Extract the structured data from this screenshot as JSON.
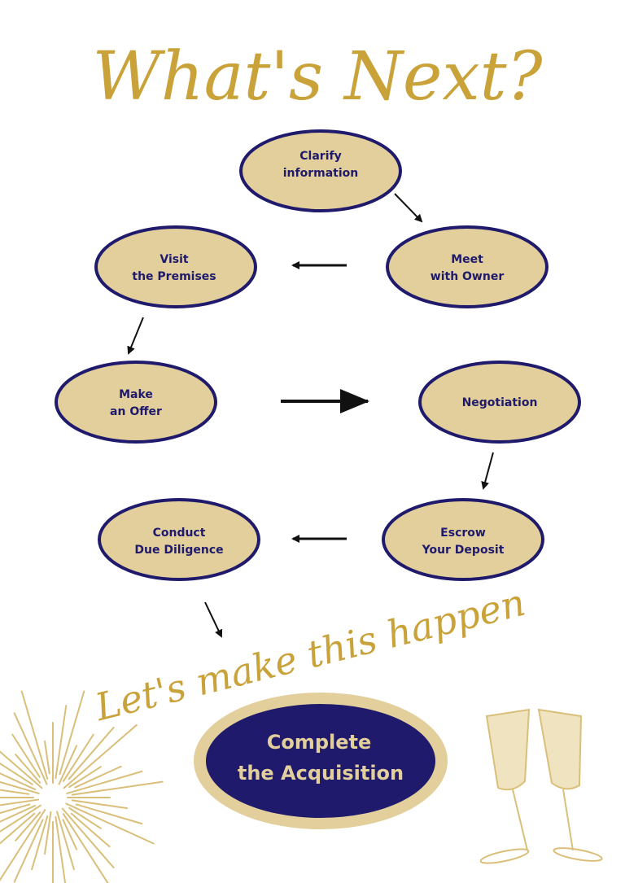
{
  "title": "What's Next?",
  "tagline": "Let's make this happen",
  "colors": {
    "node_fill": "#e2cf9c",
    "node_stroke": "#1f1a6b",
    "gold": "#c9a23a",
    "arrow": "#111111"
  },
  "steps": [
    {
      "line1": "Clarify",
      "line2": "information"
    },
    {
      "line1": "Meet",
      "line2": "with Owner"
    },
    {
      "line1": "Visit",
      "line2": "the Premises"
    },
    {
      "line1": "Make",
      "line2": "an Offer"
    },
    {
      "line1": "Negotiation",
      "line2": ""
    },
    {
      "line1": "Escrow",
      "line2": "Your Deposit"
    },
    {
      "line1": "Conduct",
      "line2": "Due Diligence"
    }
  ],
  "final_step": {
    "line1": "Complete",
    "line2": "the Acquisition"
  },
  "decorations": [
    "fireworks-icon",
    "champagne-glasses-icon"
  ]
}
